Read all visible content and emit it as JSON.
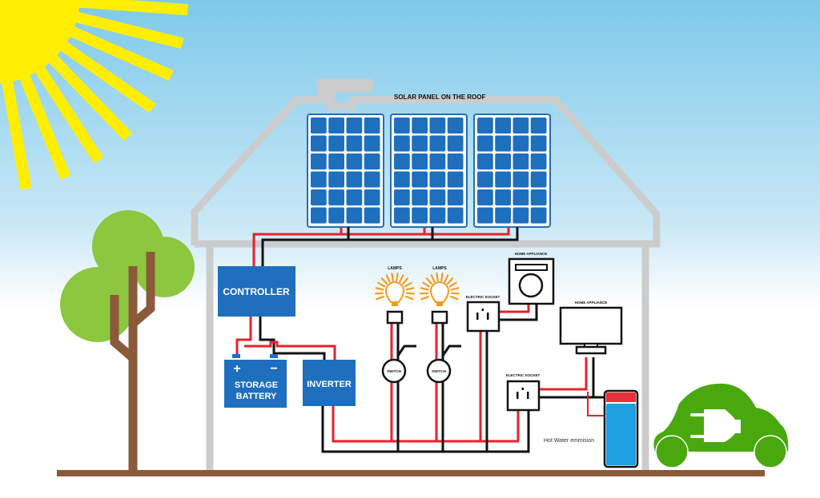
{
  "title": "Solar power home system",
  "labels": {
    "solar_panel": "SOLAR PANEL ON THE ROOF",
    "controller": "CONTROLLER",
    "battery_line1": "STORAGE",
    "battery_line2": "BATTERY",
    "battery_plus": "+",
    "battery_minus": "−",
    "inverter": "INVERTER",
    "lamp_1": "LAMPS",
    "lamp_2": "LAMPS",
    "switch_1": "SWITCH",
    "switch_2": "SWITCH",
    "socket_upper": "ELECTRIC SOCKET",
    "socket_lower": "ELECTRIC SOCKET",
    "appliance_washer": "HOME APPLIANCE",
    "appliance_tv": "HOME APPLIANCE",
    "hot_water": "Hot Water emmision"
  },
  "panels": {
    "count": 3,
    "rows": 6,
    "cols": 4
  },
  "colors": {
    "sky_top": "#7ec9ea",
    "sun": "#ffee00",
    "house_outline": "#cccccc",
    "panel": "#1e6fbd",
    "box_blue": "#1e6fbd",
    "wire_positive": "#e8202a",
    "wire_negative": "#111111",
    "lamp": "#f39c1f",
    "tree_leaves": "#8dc63f",
    "tree_trunk": "#8b5a3a",
    "ground": "#8b5a3a",
    "car": "#4aa80f",
    "tank_water": "#1fa0e0",
    "tank_top": "#e8303a"
  }
}
